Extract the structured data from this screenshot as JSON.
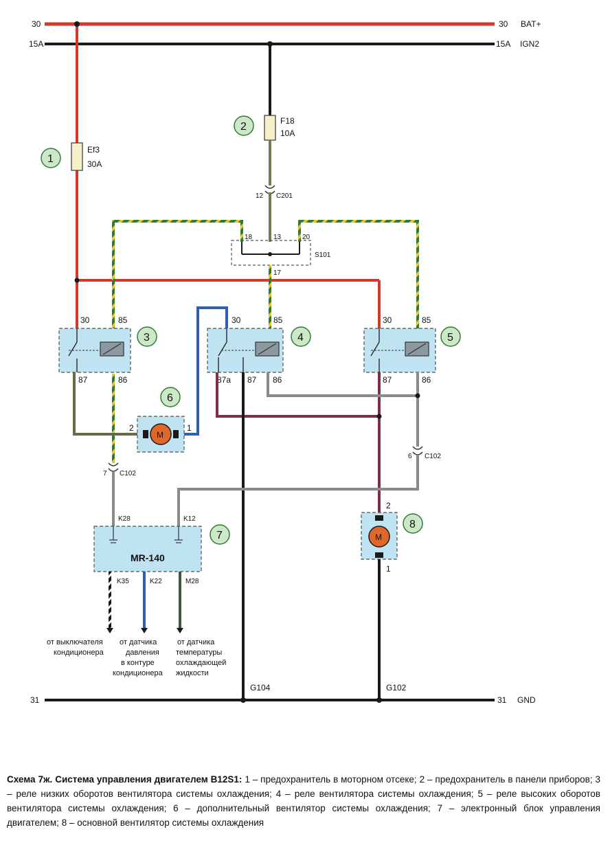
{
  "rails": {
    "top_left": "30",
    "top_right": "30",
    "top_name": "BAT+",
    "ign_left": "15A",
    "ign_right": "15A",
    "ign_name": "IGN2",
    "gnd_left": "31",
    "gnd_right": "31",
    "gnd_name": "GND"
  },
  "fuses": {
    "ef3_name": "Ef3",
    "ef3_rating": "30A",
    "f18_name": "F18",
    "f18_rating": "10A"
  },
  "connectors": {
    "c201_pin": "12",
    "c201_name": "C201",
    "s101_name": "S101",
    "s101_pin_18": "18",
    "s101_pin_13": "13",
    "s101_pin_20": "20",
    "s101_pin_17": "17",
    "c102a_pin": "7",
    "c102a_name": "C102",
    "c102b_pin": "6",
    "c102b_name": "C102"
  },
  "relay3": {
    "pin_30": "30",
    "pin_85": "85",
    "pin_87": "87",
    "pin_86": "86"
  },
  "relay4": {
    "pin_30": "30",
    "pin_85": "85",
    "pin_87a": "87a",
    "pin_87": "87",
    "pin_86": "86"
  },
  "relay5": {
    "pin_30": "30",
    "pin_85": "85",
    "pin_87": "87",
    "pin_86": "86"
  },
  "motor6": {
    "symbol": "M",
    "pin_left": "2",
    "pin_right": "1"
  },
  "motor8": {
    "symbol": "M",
    "pin_top": "2",
    "pin_bottom": "1"
  },
  "ecu": {
    "name": "MR-140",
    "pin_k28": "K28",
    "pin_k12": "K12",
    "pin_k35": "K35",
    "pin_k22": "K22",
    "pin_m28": "M28"
  },
  "grounds": {
    "g104": "G104",
    "g102": "G102"
  },
  "callouts": [
    "1",
    "2",
    "3",
    "4",
    "5",
    "6",
    "7",
    "8"
  ],
  "notes": {
    "ac_switch": [
      "от выключателя",
      "кондиционера"
    ],
    "ac_pressure": [
      "от датчика",
      "давления",
      "в контуре",
      "кондиционера"
    ],
    "coolant_temp": [
      "от датчика",
      "температуры",
      "охлаждающей",
      "жидкости"
    ]
  },
  "caption": {
    "title": "Схема 7ж. Система управления двигателем B12S1:",
    "text": " 1 – предохранитель в моторном отсеке; 2 – предохранитель в панели приборов; 3 – реле низких оборотов вентилятора системы охлаждения; 4 – реле вентилятора системы охлаждения; 5 – реле высоких оборотов вентилятора системы охлаждения; 6 – дополнительный вентилятор системы охлаждения; 7 – электронный блок управления двигателем; 8 – основной вентилятор системы охлаждения"
  },
  "colors": {
    "red_wire": "#d23a2c",
    "black_wire": "#1a1a1a",
    "gray_wire": "#8a8a8a",
    "green_wire": "#2f7a36",
    "yellow_stripe": "#e5c72a",
    "blue_wire": "#2f5fb5",
    "purple_wire": "#7a2f4a",
    "olive_wire": "#7a7a50",
    "dark_green_wire": "#3e5a3e",
    "component_fill": "#bfe3f0",
    "callout_fill": "#cde8c8",
    "motor_fill": "#e0672a",
    "fuse_fill": "#f6f0c8"
  }
}
